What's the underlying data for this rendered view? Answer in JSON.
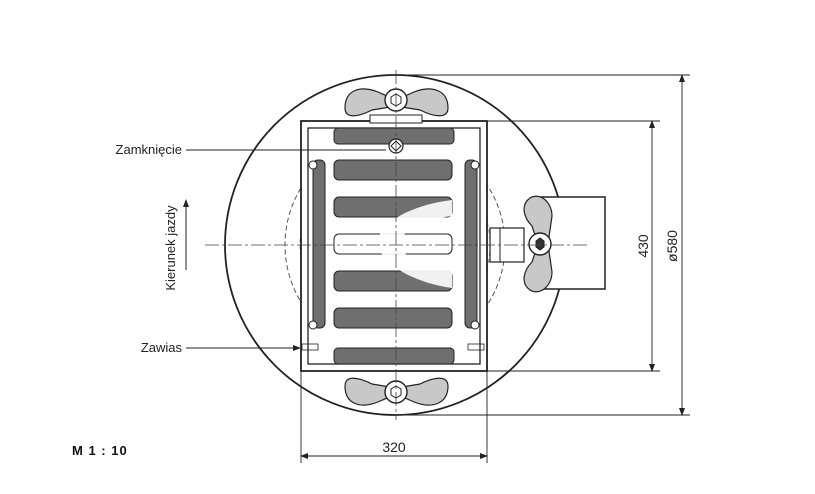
{
  "labels": {
    "closure": "Zamknięcie",
    "hinge": "Zawias",
    "direction": "Kierunek jazdy"
  },
  "dimensions": {
    "frame_width": "320",
    "frame_height": "430",
    "diameter": "ø580"
  },
  "scale": "M  1 : 10",
  "colors": {
    "line": "#222222",
    "fill_dark": "#6f6f6f",
    "fill_light": "#c8c8c8"
  }
}
